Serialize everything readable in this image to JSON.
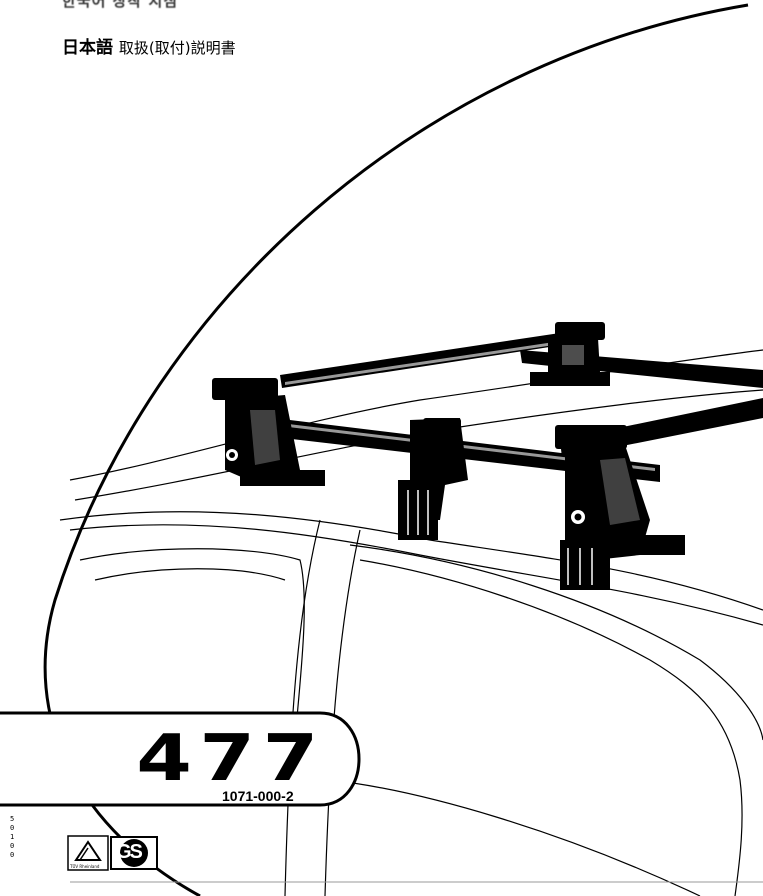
{
  "header": {
    "korean_line": "한국어 장착 지침",
    "japanese_lang": "日本語",
    "japanese_title": "取扱(取付)説明書"
  },
  "product": {
    "model_number": "477",
    "part_number": "1071-000-2"
  },
  "certification": {
    "gs_mark": "GS",
    "tuv_label": "TÜV Rheinland"
  },
  "side_code": "50100",
  "colors": {
    "ink": "#000000",
    "paper": "#ffffff"
  },
  "illustration": {
    "subject": "roof rack with two load bars mounted on car roof",
    "icons": [
      "tuv-triangle-icon",
      "gs-mark-icon"
    ]
  }
}
